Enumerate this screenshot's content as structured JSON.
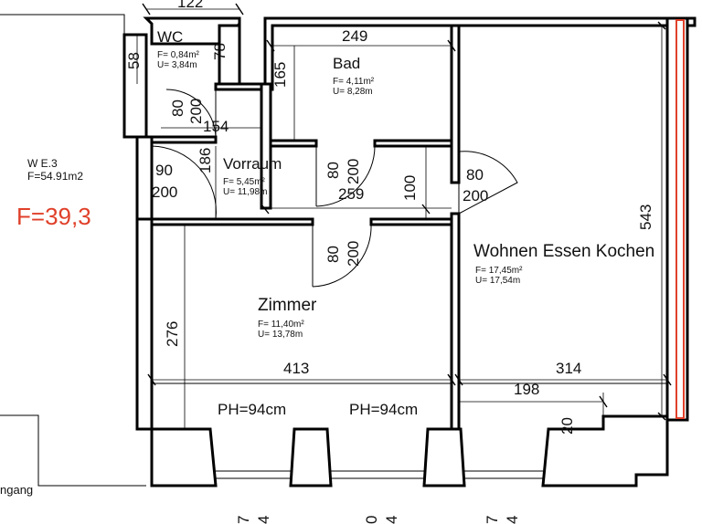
{
  "colors": {
    "accent": "#e0402a",
    "line": "#000000"
  },
  "unit": {
    "label": "W E.3",
    "area": "F=54.91m2",
    "highlight": "F=39,3"
  },
  "rooms": {
    "wc": {
      "name": "WC",
      "area": "F= 0,84m²",
      "perimeter": "U= 3,84m"
    },
    "bad": {
      "name": "Bad",
      "area": "F= 4,11m²",
      "perimeter": "U= 8,28m"
    },
    "vorraum": {
      "name": "Vorraum",
      "area": "F= 5,45m²",
      "perimeter": "U= 11,98m"
    },
    "zimmer": {
      "name": "Zimmer",
      "area": "F= 11,40m²",
      "perimeter": "U= 13,78m"
    },
    "wohnen": {
      "name": "Wohnen Essen Kochen",
      "area": "F= 17,45m²",
      "perimeter": "U= 17,54m"
    }
  },
  "dimensions": {
    "d122": "122",
    "d58": "58",
    "d78": "78",
    "d249": "249",
    "d165": "165",
    "d80a": "80",
    "d200a": "200",
    "d154": "154",
    "d186": "186",
    "d90": "90",
    "d200b": "200",
    "d80b": "80",
    "d200c": "200",
    "d259": "259",
    "d100": "100",
    "d80c": "80",
    "d200d": "200",
    "d543": "543",
    "d80d": "80",
    "d200e": "200",
    "d276": "276",
    "d413": "413",
    "d314": "314",
    "d198": "198",
    "d20": "20",
    "b1": "7",
    "b2": "4",
    "b3": "0",
    "b4": "4",
    "b5": "7",
    "b6": "4"
  },
  "parapets": {
    "left": "PH=94cm",
    "right": "PH=94cm"
  },
  "entrance": "ngang"
}
